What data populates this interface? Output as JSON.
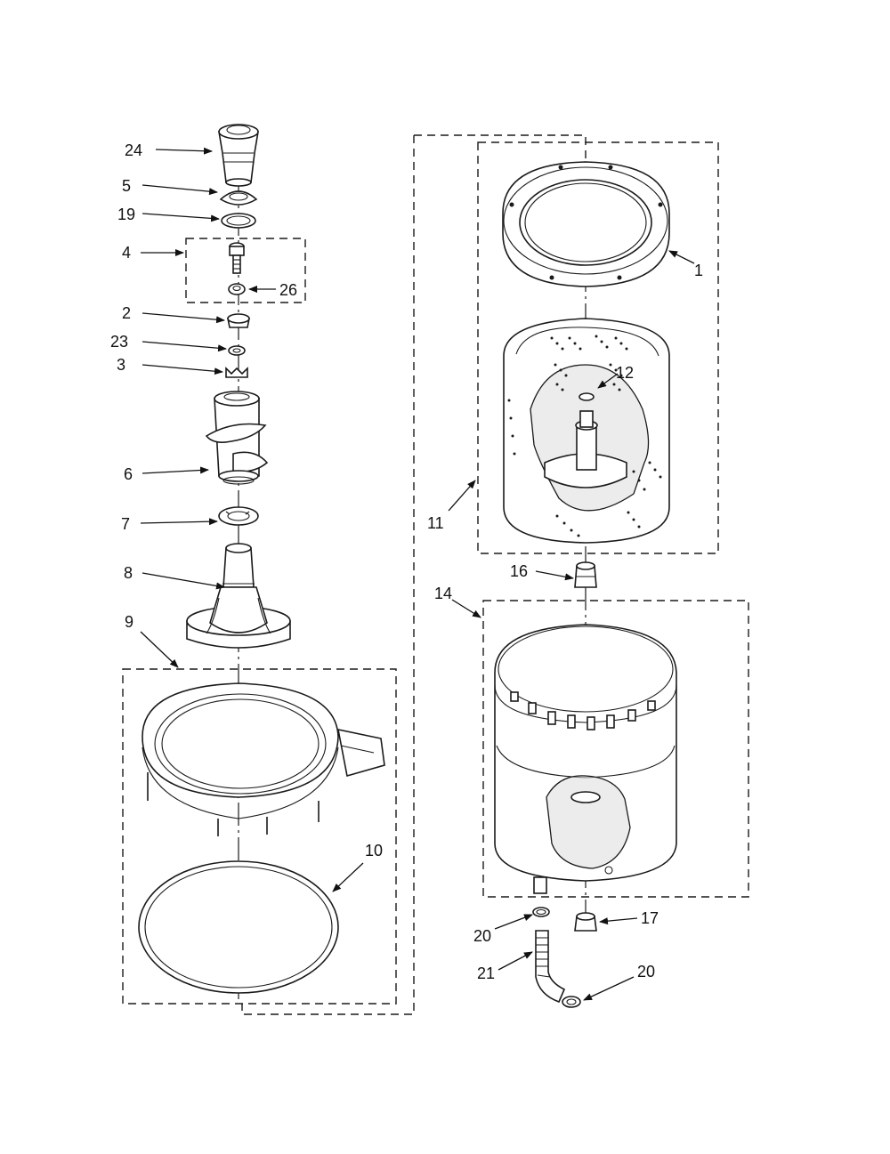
{
  "callouts": [
    {
      "id": "c24",
      "label": "24"
    },
    {
      "id": "c5",
      "label": "5"
    },
    {
      "id": "c19",
      "label": "19"
    },
    {
      "id": "c4",
      "label": "4"
    },
    {
      "id": "c26",
      "label": "26"
    },
    {
      "id": "c2",
      "label": "2"
    },
    {
      "id": "c23",
      "label": "23"
    },
    {
      "id": "c3",
      "label": "3"
    },
    {
      "id": "c6",
      "label": "6"
    },
    {
      "id": "c7",
      "label": "7"
    },
    {
      "id": "c8",
      "label": "8"
    },
    {
      "id": "c9",
      "label": "9"
    },
    {
      "id": "c10",
      "label": "10"
    },
    {
      "id": "c1",
      "label": "1"
    },
    {
      "id": "c12",
      "label": "12"
    },
    {
      "id": "c11",
      "label": "11"
    },
    {
      "id": "c16",
      "label": "16"
    },
    {
      "id": "c14",
      "label": "14"
    },
    {
      "id": "c17",
      "label": "17"
    },
    {
      "id": "c20a",
      "label": "20"
    },
    {
      "id": "c21",
      "label": "21"
    },
    {
      "id": "c20b",
      "label": "20"
    }
  ]
}
